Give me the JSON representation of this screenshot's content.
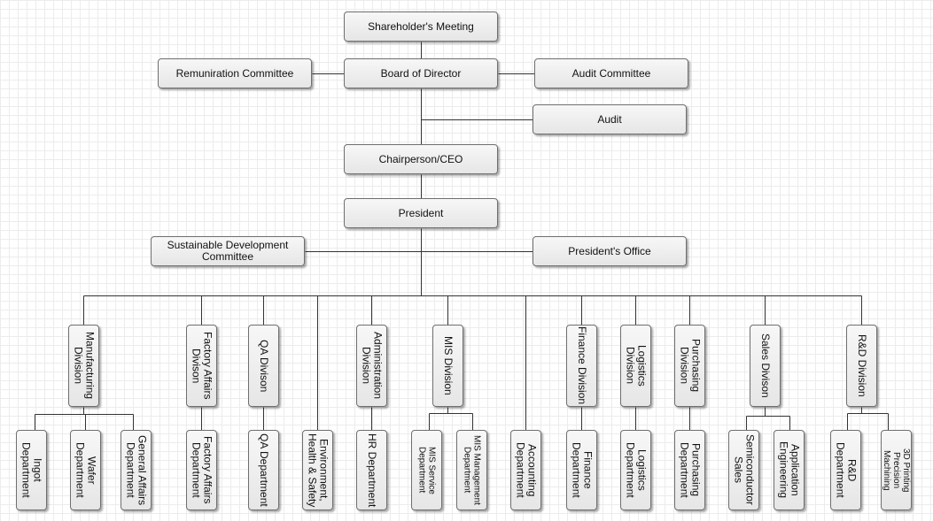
{
  "org_chart": {
    "nodes": [
      {
        "id": "shareholders",
        "label": "Shareholder's Meeting",
        "vertical": false
      },
      {
        "id": "board",
        "label": "Board of Director",
        "vertical": false
      },
      {
        "id": "remuneration",
        "label": "Remuniration Committee",
        "vertical": false
      },
      {
        "id": "audit_committee",
        "label": "Audit Committee",
        "vertical": false
      },
      {
        "id": "audit",
        "label": "Audit",
        "vertical": false
      },
      {
        "id": "ceo",
        "label": "Chairperson/CEO",
        "vertical": false
      },
      {
        "id": "president",
        "label": "President",
        "vertical": false
      },
      {
        "id": "sustainable",
        "label": "Sustainable Development\nCommittee",
        "vertical": false
      },
      {
        "id": "presidents_office",
        "label": "President's Office",
        "vertical": false
      },
      {
        "id": "manufacturing",
        "label": "Manufacturing\nDivision",
        "vertical": true
      },
      {
        "id": "factory_affairs_div",
        "label": "Factory Affairs\nDivison",
        "vertical": true
      },
      {
        "id": "qa_div",
        "label": "QA Divison",
        "vertical": true
      },
      {
        "id": "admin_div",
        "label": "Administration\nDivision",
        "vertical": true
      },
      {
        "id": "mis_div",
        "label": "MIS Division",
        "vertical": true
      },
      {
        "id": "finance_div",
        "label": "Finance Division",
        "vertical": true
      },
      {
        "id": "logistics_div",
        "label": "Logistics\nDivision",
        "vertical": true
      },
      {
        "id": "purchasing_div",
        "label": "Purchasing\nDivision",
        "vertical": true
      },
      {
        "id": "sales_div",
        "label": "Sales Divison",
        "vertical": true
      },
      {
        "id": "rd_div",
        "label": "R&D Division",
        "vertical": true
      },
      {
        "id": "ingot",
        "label": "Ingot\nDepartment",
        "vertical": true
      },
      {
        "id": "wafer",
        "label": "Wafer\nDepartment",
        "vertical": true
      },
      {
        "id": "general_affairs",
        "label": "General Affairs\nDepartment",
        "vertical": true
      },
      {
        "id": "factory_affairs_dept",
        "label": "Factory Affairs\nDepartment",
        "vertical": true
      },
      {
        "id": "qa_dept",
        "label": "QA Department",
        "vertical": true
      },
      {
        "id": "ehs",
        "label": "Environment,\nHealth & Safety",
        "vertical": true
      },
      {
        "id": "hr",
        "label": "HR Department",
        "vertical": true
      },
      {
        "id": "mis_service",
        "label": "MIS Service\nDepartment",
        "vertical": true
      },
      {
        "id": "mis_mgmt",
        "label": "MIS Management\nDepartment",
        "vertical": true
      },
      {
        "id": "accounting",
        "label": "Accounting\nDepartment",
        "vertical": true
      },
      {
        "id": "finance_dept",
        "label": "Finance\nDepartment",
        "vertical": true
      },
      {
        "id": "logistics_dept",
        "label": "Logistics\nDepartment",
        "vertical": true
      },
      {
        "id": "purchasing_dept",
        "label": "Purchasing\nDepartment",
        "vertical": true
      },
      {
        "id": "semiconductor_sales",
        "label": "Semiconductor\nSales",
        "vertical": true
      },
      {
        "id": "application_eng",
        "label": "Application\nEngineering",
        "vertical": true
      },
      {
        "id": "rd_dept",
        "label": "R&D\nDepartment",
        "vertical": true
      },
      {
        "id": "printing_3d",
        "label": "3D Printing\nPrecision Machining",
        "vertical": true
      }
    ]
  }
}
